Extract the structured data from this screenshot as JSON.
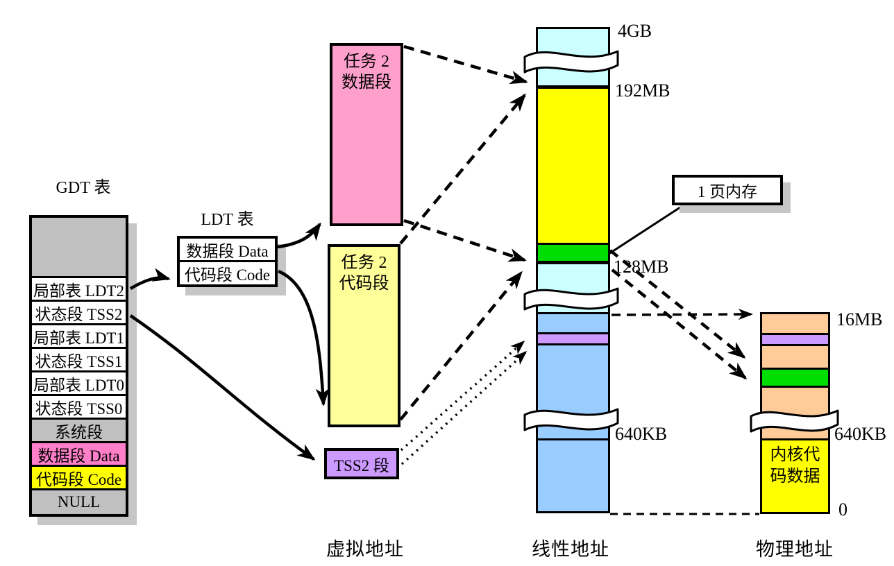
{
  "gdt": {
    "title": "GDT 表",
    "rows": [
      "局部表 LDT2",
      "状态段 TSS2",
      "局部表 LDT1",
      "状态段 TSS1",
      "局部表 LDT0",
      "状态段 TSS0",
      "系统段",
      "数据段 Data",
      "代码段 Code",
      "NULL"
    ]
  },
  "ldt": {
    "title": "LDT 表",
    "rows": [
      "数据段 Data",
      "代码段 Code"
    ]
  },
  "virtual": {
    "data_box": {
      "line1": "任务 2",
      "line2": "数据段"
    },
    "code_box": {
      "line1": "任务 2",
      "line2": "代码段"
    },
    "tss2_box": "TSS2 段",
    "axis_label": "虚拟地址"
  },
  "linear": {
    "axis_label": "线性地址",
    "boundary_labels": [
      "4GB",
      "192MB",
      "128MB",
      "640KB"
    ],
    "segments_top_to_bottom": [
      "#CCFFFF",
      "#FFFF00",
      "#00DD00",
      "#CCFFFF",
      "#99CCFF",
      "#CC99FF",
      "#99CCFF",
      "#99CCFF"
    ]
  },
  "physical": {
    "axis_label": "物理地址",
    "boundary_labels": [
      "16MB",
      "640KB",
      "0"
    ],
    "segments_top_to_bottom": [
      "#FFCC99",
      "#CC99FF",
      "#FFCC99",
      "#00DD00",
      "#FFCC99",
      "#FFFF00"
    ],
    "kernel_block": {
      "line1": "内核代",
      "line2": "码数据"
    }
  },
  "callout": {
    "label": "1 页内存"
  },
  "colors": {
    "gray": "#C0C0C0",
    "pink_strong": "#FF80C8",
    "pink_light": "#FF9FCB",
    "yellow": "#FFFF00",
    "yellow_light": "#FFFF99",
    "purple": "#CC99FF",
    "cyan_light": "#CCFFFF",
    "green": "#00DD00",
    "blue_light": "#99CCFF",
    "peach": "#FFCC99"
  }
}
